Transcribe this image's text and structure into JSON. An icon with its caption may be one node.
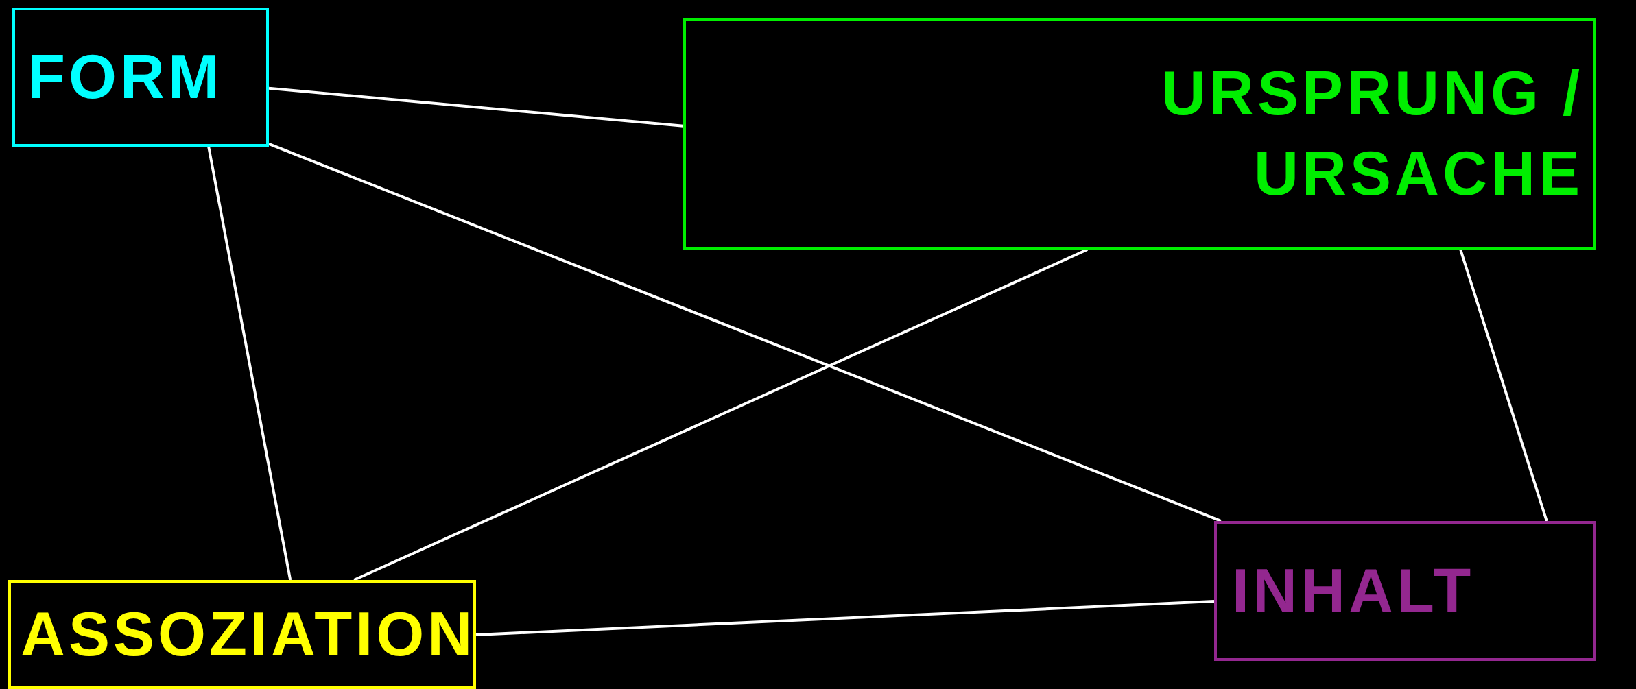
{
  "diagram": {
    "nodes": [
      {
        "text": [
          "FORM"
        ]
      },
      {
        "text": [
          "URSPRUNG / URSACHE"
        ]
      },
      {
        "text": [
          "ASSOZIATION"
        ]
      },
      {
        "text": [
          "INHALT"
        ]
      }
    ],
    "edges": [
      {
        "from": 0,
        "to": 1,
        "arrow": "none"
      },
      {
        "from": 0,
        "to": 3,
        "arrow": "none"
      },
      {
        "from": 0,
        "to": 2,
        "arrow": "none"
      },
      {
        "from": 1,
        "to": 2,
        "arrow": "none"
      },
      {
        "from": 1,
        "to": 3,
        "arrow": "none"
      },
      {
        "from": 2,
        "to": 3,
        "arrow": "none"
      }
    ]
  }
}
